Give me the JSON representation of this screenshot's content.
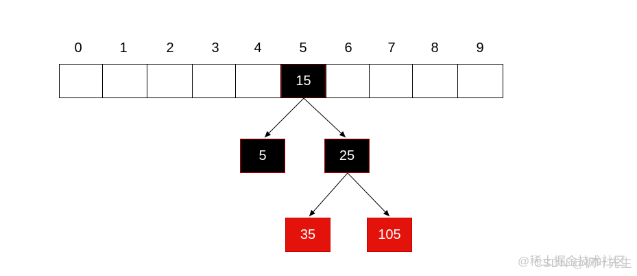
{
  "array": {
    "indices": [
      "0",
      "1",
      "2",
      "3",
      "4",
      "5",
      "6",
      "7",
      "8",
      "9"
    ],
    "slot_5_value": "15"
  },
  "tree": {
    "root": "15",
    "left_child": "5",
    "right_child": "25",
    "right_left_child": "35",
    "right_right_child": "105"
  },
  "colors": {
    "black_node": "#000000",
    "red_node": "#e3120b"
  },
  "watermark": {
    "text_a": "@稀土掘金技术社区",
    "text_b": "CSDN @枫叶先生"
  }
}
